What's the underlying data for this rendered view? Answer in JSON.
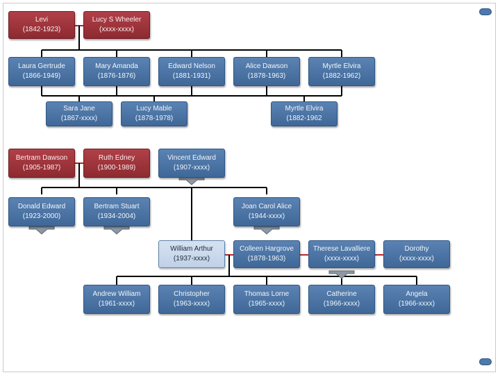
{
  "nodes": {
    "levi": {
      "name": "Levi",
      "dates": "(1842-1923)"
    },
    "lucy": {
      "name": "Lucy S Wheeler",
      "dates": "(xxxx-xxxx)"
    },
    "laura": {
      "name": "Laura Gertrude",
      "dates": "(1866-1949)"
    },
    "mary": {
      "name": "Mary Amanda",
      "dates": "(1876-1876)"
    },
    "edward": {
      "name": "Edward Nelson",
      "dates": "(1881-1931)"
    },
    "alice": {
      "name": "Alice Dawson",
      "dates": "(1878-1963)"
    },
    "myrtle1": {
      "name": "Myrtle Elvira",
      "dates": "(1882-1962)"
    },
    "sara": {
      "name": "Sara Jane",
      "dates": "(1867-xxxx)"
    },
    "mable": {
      "name": "Lucy Mable",
      "dates": "(1878-1978)"
    },
    "myrtle2": {
      "name": "Myrtle Elvira",
      "dates": "(1882-1962"
    },
    "bertram": {
      "name": "Bertram Dawson",
      "dates": "(1905-1987)"
    },
    "ruth": {
      "name": "Ruth Edney",
      "dates": "(1900-1989)"
    },
    "vincent": {
      "name": "Vincent Edward",
      "dates": "(1907-xxxx)"
    },
    "donald": {
      "name": "Donald Edward",
      "dates": "(1923-2000)"
    },
    "bstuart": {
      "name": "Bertram Stuart",
      "dates": "(1934-2004)"
    },
    "joan": {
      "name": "Joan Carol Alice",
      "dates": "(1944-xxxx)"
    },
    "william": {
      "name": "William Arthur",
      "dates": "(1937-xxxx)"
    },
    "colleen": {
      "name": "Colleen Hargrove",
      "dates": "(1878-1963)"
    },
    "therese": {
      "name": "Therese Lavalliere",
      "dates": "(xxxx-xxxx)"
    },
    "dorothy": {
      "name": "Dorothy",
      "dates": "(xxxx-xxxx)"
    },
    "andrew": {
      "name": "Andrew William",
      "dates": "(1961-xxxx)"
    },
    "christopher": {
      "name": "Christopher",
      "dates": "(1963-xxxx)"
    },
    "thomas": {
      "name": "Thomas Lorne",
      "dates": "(1965-xxxx)"
    },
    "catherine": {
      "name": "Catherine",
      "dates": "(1966-xxxx)"
    },
    "angela": {
      "name": "Angela",
      "dates": "(1966-xxxx)"
    }
  },
  "colors": {
    "male": "#4a74a6",
    "female": "#9e343c",
    "selected": "#c9d9ee",
    "line": "#000000",
    "spouse_line": "#b3272d"
  }
}
